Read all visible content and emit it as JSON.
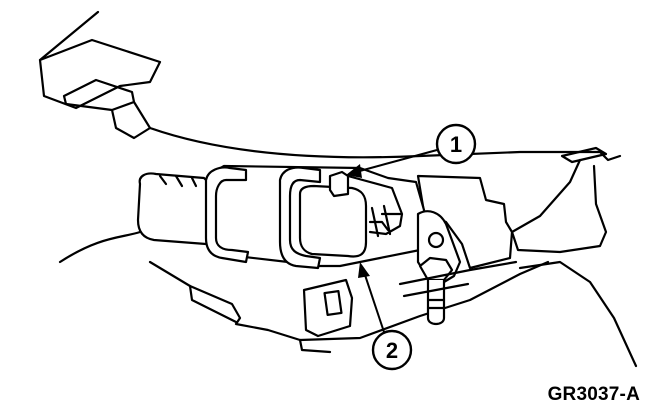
{
  "figure": {
    "code": "GR3037-A",
    "callouts": [
      {
        "label": "1"
      },
      {
        "label": "2"
      }
    ],
    "colors": {
      "line": "#000000",
      "fill": "#ffffff"
    }
  }
}
